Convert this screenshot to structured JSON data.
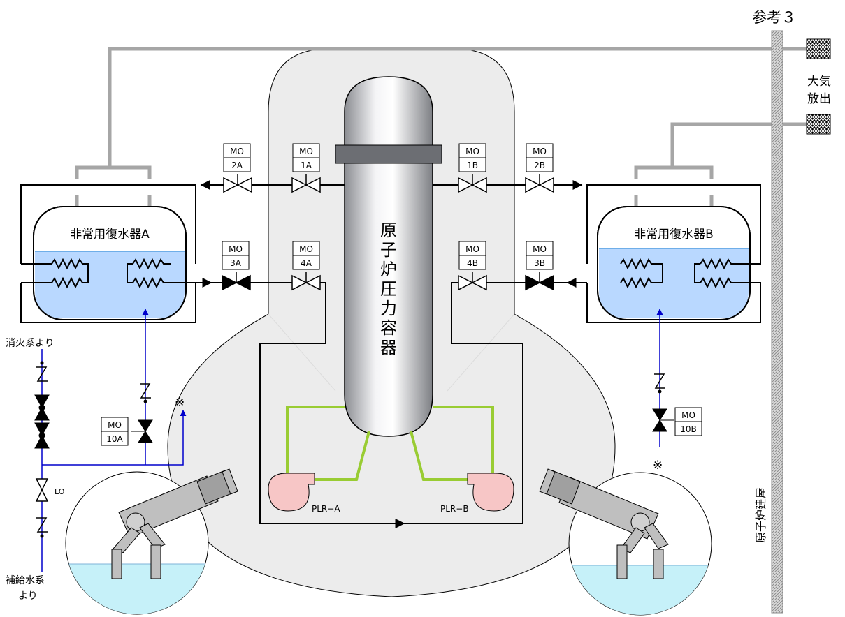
{
  "page_label": "参考３",
  "building_label": "原子炉建屋",
  "atmosphere_label": [
    "大気",
    "放出"
  ],
  "vessel_label": [
    "原",
    "子",
    "炉",
    "圧",
    "力",
    "容",
    "器"
  ],
  "condensers": {
    "a": "非常用復水器A",
    "b": "非常用復水器B"
  },
  "valves": {
    "mo_tag": "MO",
    "v2a": "2A",
    "v1a": "1A",
    "v1b": "1B",
    "v2b": "2B",
    "v3a": "3A",
    "v4a": "4A",
    "v4b": "4B",
    "v3b": "3B",
    "v10a": "10A",
    "v10b": "10B",
    "lo": "LO"
  },
  "pumps": {
    "a": "PLR−A",
    "b": "PLR−B"
  },
  "sources": {
    "fire": "消火系より",
    "makeup": [
      "補給水系",
      "より"
    ]
  },
  "reference_mark": "※",
  "colors": {
    "gray_pipe": "#a6a6a6",
    "black_pipe": "#000000",
    "blue_line": "#0000cc",
    "green_pipe": "#99cc33",
    "water": "#b9d8ff",
    "pool_water": "#c6f1f9",
    "pump_fill": "#f7c6c6",
    "containment": "#ececec"
  },
  "icons": {
    "exhaust": "exhaust-grid-icon",
    "valve": "gate-valve-icon",
    "check": "check-valve-icon"
  }
}
